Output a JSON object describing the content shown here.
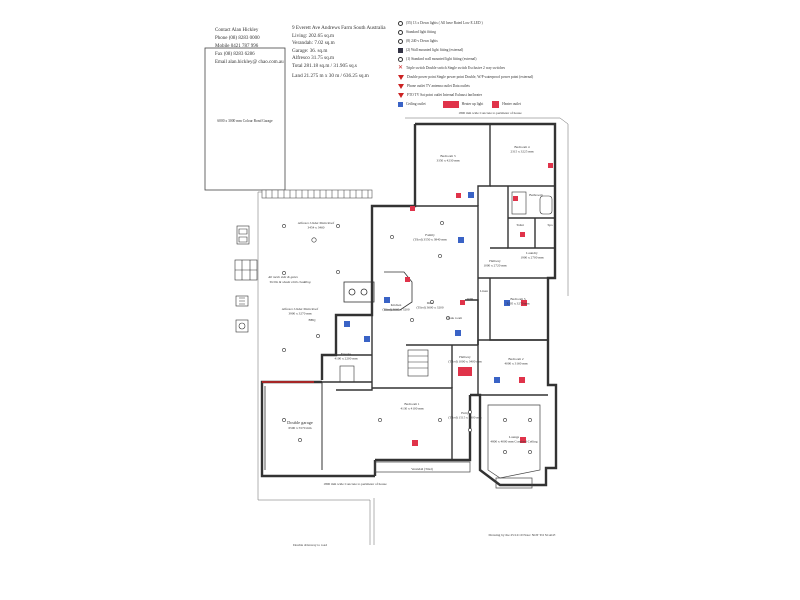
{
  "contact": {
    "name": "Contact Alan Hickley",
    "phone": "Phone (08) 8283 0000",
    "mobile": "Mobile 0421 787 996",
    "fax": "Fax (08) 8283 6286",
    "email": "Email alan.hickley@ chao.com.au"
  },
  "address": {
    "line": "9 Everett Ave Andrews Farm South Australia",
    "living": "Living: 202.65 sq.m",
    "verandah": "Verandah: 7.02 sq.m",
    "garage": "Garage: 36. sq.m",
    "alfresco": "Alfresco 31.75 sq.m",
    "total": "Total 281.18 sq.m / 31.905 sq.s",
    "land": "Land 21.275 m x 30 m / 636.25 sq.m"
  },
  "legend": [
    {
      "symbol": "round",
      "text": "(55) 13 x Down lights ( All have Rated Low E.LED )"
    },
    {
      "symbol": "round",
      "text": "Standard light fitting"
    },
    {
      "symbol": "round",
      "text": "(8) 240 v Down lights"
    },
    {
      "symbol": "square",
      "text": "(2) Wall mounted light fitting (external)"
    },
    {
      "symbol": "round",
      "text": "(1) Standard wall mounted light fitting (external)"
    },
    {
      "symbol": "x",
      "text": "Triple switch  Double switch  Single switch  Exclusive 2 way switches"
    },
    {
      "symbol": "tri",
      "text": "Double power point  Single power point  Double, W/P waterproof power point (external)"
    },
    {
      "symbol": "tri",
      "text": "Phone outlet  TV antenna outlet  Data outlets"
    },
    {
      "symbol": "tri",
      "text": "FTO TV Sat point  outlet    Internal   Exhaust   fan/heater"
    },
    {
      "symbol": "blue",
      "text": "Ceiling outlet"
    },
    {
      "symbol": "red",
      "text": "Heater up light"
    },
    {
      "symbol": "red",
      "text": "Heater outlet"
    }
  ],
  "plan": {
    "garage_box": "6000 x 3000 mm Colour Bond Garage",
    "top_note": "1800 mm wide Concrete to perimeter of house",
    "bottom_note": "1800 mm wide Concrete to perimeter of house",
    "driveway": "Double driveway to road",
    "note_scale": "Drawing by the 25/12/10 Note: NOT TO SCALE",
    "outside_note_1": "All mesh side & gates",
    "outside_note_2": "Trellis & shade cloth cladding",
    "outside_note_3": "BBQ",
    "rooms": [
      {
        "name": "Bedroom 3",
        "size": "3350 x 4230 mm"
      },
      {
        "name": "Bedroom 4",
        "size": "2315 x 3225 mm"
      },
      {
        "name": "Bathroom",
        "size": ""
      },
      {
        "name": "Spa",
        "size": ""
      },
      {
        "name": "Toilet",
        "size": ""
      },
      {
        "name": "Laundry",
        "size": "1900 x 2700 mm"
      },
      {
        "name": "Hallway",
        "size": "1000 x 2720 mm"
      },
      {
        "name": "Family",
        "size": "(Tiled) 3550 x 3840 mm"
      },
      {
        "name": "Alfresco Under Main Roof",
        "size": "3454 x 3460"
      },
      {
        "name": "Alfresco Under Main Roof",
        "size": "3900 x 3270 mm"
      },
      {
        "name": "Kitchen",
        "size": "(Tiled) 3660 x 3200"
      },
      {
        "name": "Dine",
        "size": "(Tiled) 3600 x 3200"
      },
      {
        "name": "Ensuite",
        "size": "4100 x 2200 mm"
      },
      {
        "name": "Bedroom 5",
        "size": "3205 x 3270 mm"
      },
      {
        "name": "Bedroom 2",
        "size": "4000 x 3160 mm"
      },
      {
        "name": "Hallway",
        "size": "(Tiled) 1000 x 3400 mm"
      },
      {
        "name": "Entry",
        "size": "(Tiled) 1515 x 1800 mm"
      },
      {
        "name": "Bedroom 1",
        "size": "4130 x 4100 mm"
      },
      {
        "name": "Double garage",
        "size": "6500 x 5570 mm"
      },
      {
        "name": "Lounge",
        "size": "4800 x 4000 mm Corniced Ceiling"
      },
      {
        "name": "Verandah",
        "size": "(Tiled)"
      },
      {
        "name": "Cloak room",
        "size": ""
      },
      {
        "name": "WIR",
        "size": ""
      },
      {
        "name": "Linen",
        "size": ""
      }
    ]
  }
}
